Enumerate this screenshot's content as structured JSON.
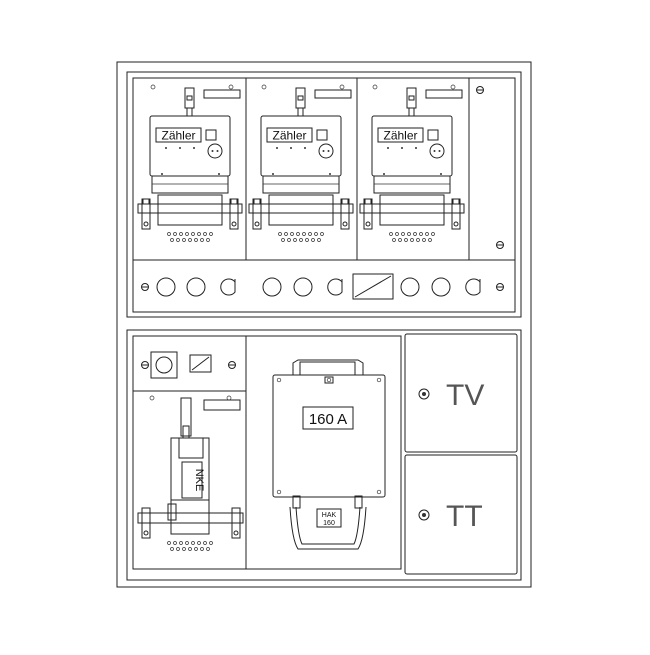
{
  "meter_label": "Zähler",
  "main_fuse_label": "160 A",
  "hak_line1": "HAK",
  "hak_line2": "160",
  "nke_label": "NKE",
  "tv_label": "TV",
  "tt_label": "TT",
  "meter_count": 3,
  "colors": {
    "line": "#222222",
    "tv_tt_text": "#555555",
    "background": "#ffffff"
  },
  "icon_names": [
    "screw-icon",
    "knockout-hole-icon",
    "fuse-switch-icon",
    "terminal-icon"
  ]
}
